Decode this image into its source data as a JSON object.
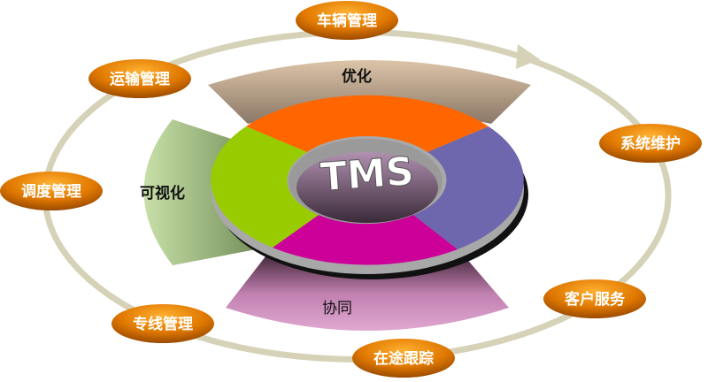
{
  "center_label": "TMS",
  "bands": {
    "top": "优化",
    "left": "可视化",
    "bottom": "协同"
  },
  "modules": [
    {
      "label": "车辆管理"
    },
    {
      "label": "运输管理"
    },
    {
      "label": "系统维护"
    },
    {
      "label": "调度管理"
    },
    {
      "label": "客户服务"
    },
    {
      "label": "专线管理"
    },
    {
      "label": "在途跟踪"
    }
  ],
  "colors": {
    "orange": "#ff6600",
    "purple": "#6e67ae",
    "magenta": "#cc0099",
    "green": "#99cc00",
    "bubble": "#e07800",
    "loop": "#d6d2b8"
  }
}
